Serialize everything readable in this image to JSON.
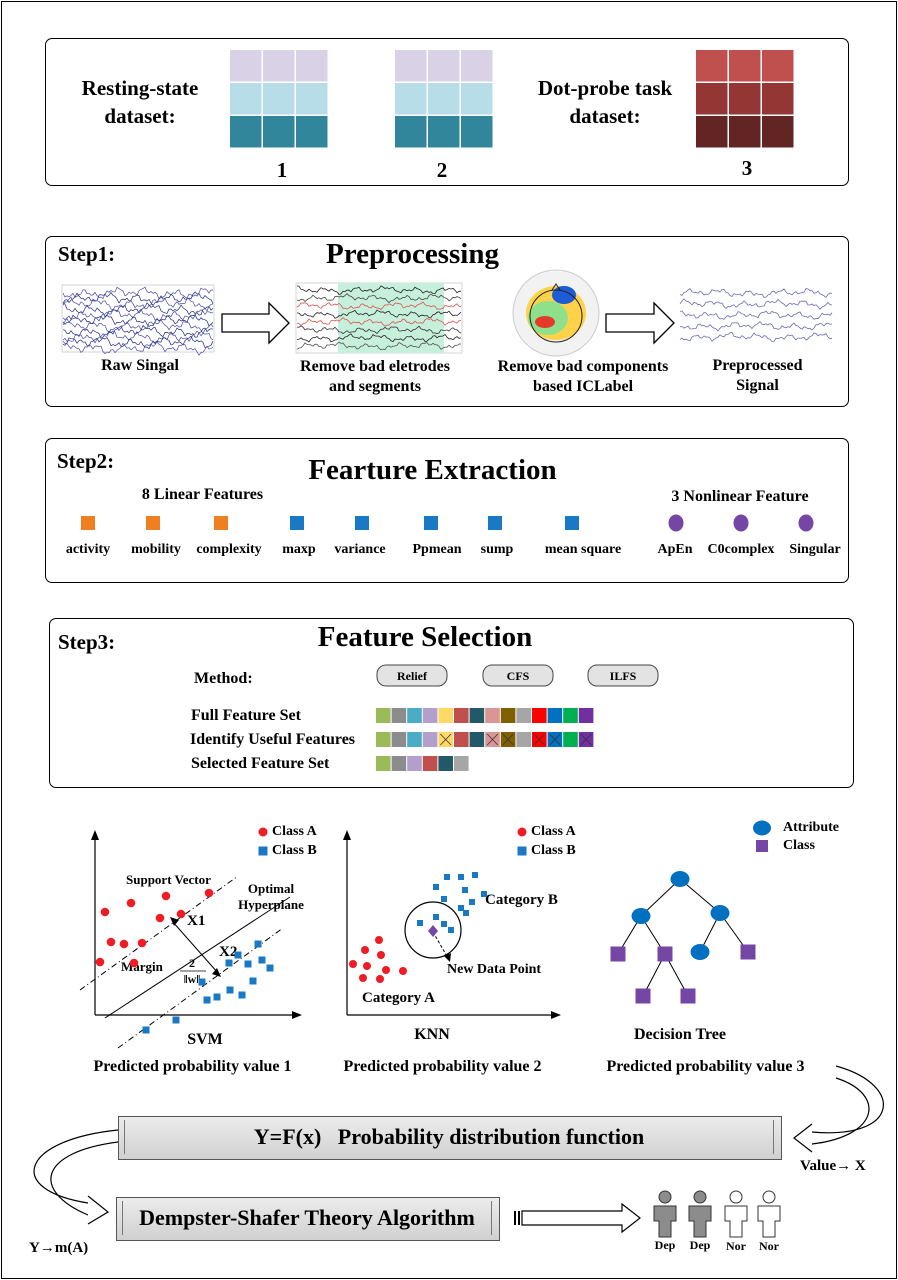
{
  "datasets": {
    "resting_label": [
      "Resting-state",
      "dataset:"
    ],
    "dotprobe_label": [
      "Dot-probe task",
      "dataset:"
    ],
    "numbers": [
      "1",
      "2",
      "3"
    ]
  },
  "step1": {
    "step": "Step1:",
    "title": "Preprocessing",
    "labels": {
      "raw": "Raw Singal",
      "bad_electrodes": [
        "Remove bad eletrodes",
        "and segments"
      ],
      "bad_components": [
        "Remove bad components",
        "based ICLabel"
      ],
      "preprocessed": [
        "Preprocessed",
        "Signal"
      ]
    }
  },
  "step2": {
    "step": "Step2:",
    "title": "Fearture Extraction",
    "linear_header": "8 Linear Features",
    "nonlinear_header": "3 Nonlinear Feature",
    "features": [
      {
        "label": "activity",
        "shape": "square",
        "color": "#f07f21"
      },
      {
        "label": "mobility",
        "shape": "square",
        "color": "#f07f21"
      },
      {
        "label": "complexity",
        "shape": "square",
        "color": "#f07f21"
      },
      {
        "label": "maxp",
        "shape": "square",
        "color": "#1a79c4"
      },
      {
        "label": "variance",
        "shape": "square",
        "color": "#1a79c4"
      },
      {
        "label": "Ppmean",
        "shape": "square",
        "color": "#1a79c4"
      },
      {
        "label": "sump",
        "shape": "square",
        "color": "#1a79c4"
      },
      {
        "label": "mean square",
        "shape": "square",
        "color": "#1a79c4"
      },
      {
        "label": "ApEn",
        "shape": "circle",
        "color": "#7546a4"
      },
      {
        "label": "C0complex",
        "shape": "circle",
        "color": "#7546a4"
      },
      {
        "label": "Singular",
        "shape": "circle",
        "color": "#7546a4"
      }
    ]
  },
  "step3": {
    "step": "Step3:",
    "title": "Feature  Selection",
    "method_label": "Method:",
    "methods": [
      "Relief",
      "CFS",
      "ILFS"
    ],
    "rows": [
      "Full Feature Set",
      "Identify Useful Features",
      "Selected Feature Set"
    ],
    "colors": [
      "#9bbb59",
      "#8c8c8c",
      "#4bacc6",
      "#b29fcc",
      "#ffd966",
      "#c0504d",
      "#215968",
      "#d99694",
      "#7f6000",
      "#a6a6a6",
      "#ff0000",
      "#0070c0",
      "#00b050",
      "#7030a0"
    ],
    "crossed": [
      4,
      7,
      8,
      10,
      11,
      13
    ],
    "selected": [
      "#9bbb59",
      "#8c8c8c",
      "#b29fcc",
      "#c0504d",
      "#215968",
      "#a6a6a6"
    ]
  },
  "svm": {
    "legend": [
      "Class A",
      "Class B"
    ],
    "support_vector": "Support Vector",
    "optimal": [
      "Optimal",
      "Hyperplane"
    ],
    "x1": "X1",
    "x2": "X2",
    "margin": "Margin",
    "frac_num": "2",
    "frac_den": "‖w‖",
    "name": "SVM",
    "prob": "Predicted probability value 1"
  },
  "knn": {
    "legend": [
      "Class A",
      "Class B"
    ],
    "category_b": "Category B",
    "category_a": "Category A",
    "new_point": "New Data Point",
    "name": "KNN",
    "prob": "Predicted probability value 2"
  },
  "tree": {
    "legend": [
      "Attribute",
      "Class"
    ],
    "name": "Decision Tree",
    "prob": "Predicted probability value 3"
  },
  "pdf_box": "Y=F(x)   Probability distribution function",
  "value_x": "Value→ X",
  "ds_box": "Dempster-Shafer Theory Algorithm",
  "y_m": "Y→m(A)",
  "identify": "identify",
  "people": [
    "Dep",
    "Dep",
    "Nor",
    "Nor"
  ],
  "colors": {
    "lavender": "#d9d2e6",
    "light_teal": "#b7dde8",
    "teal": "#31869b",
    "red1": "#c0504d",
    "red2": "#943634",
    "red3": "#632523",
    "class_a": "#ee1c24",
    "class_b": "#1a79c4",
    "purple": "#7546a4",
    "tree_node": "#0070c0",
    "gray_box": "#d9d9d9"
  }
}
